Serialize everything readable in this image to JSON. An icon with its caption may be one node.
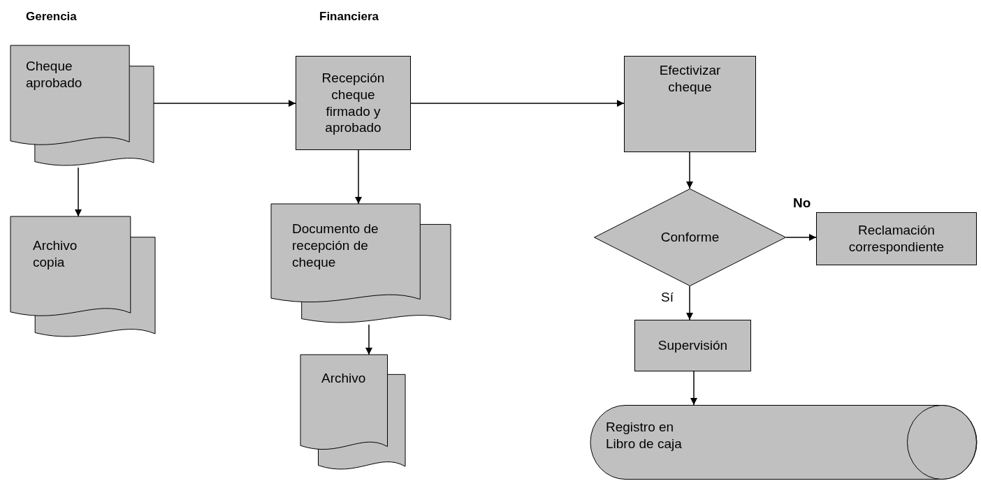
{
  "diagram": {
    "nodes": [
      {
        "text": [
          "Cheque aprobado"
        ]
      },
      {
        "text": [
          "Archivo copia"
        ]
      },
      {
        "text": [
          "Recepción cheque firmado y aprobado"
        ]
      },
      {
        "text": [
          "Documento de recepción de cheque"
        ]
      },
      {
        "text": [
          "Archivo"
        ]
      },
      {
        "text": [
          "Efectivizar cheque"
        ]
      },
      {
        "text": [
          "Conforme"
        ]
      },
      {
        "text": [
          "Reclamación correspondiente"
        ]
      },
      {
        "text": [
          "Supervisión"
        ]
      },
      {
        "text": [
          "Registro en Libro de caja"
        ]
      }
    ],
    "edges": [
      {
        "from": 0,
        "to": 2,
        "arrow": "to"
      },
      {
        "from": 2,
        "to": 5,
        "arrow": "to"
      },
      {
        "from": 0,
        "to": 1,
        "arrow": "to"
      },
      {
        "from": 2,
        "to": 3,
        "arrow": "to"
      },
      {
        "from": 3,
        "to": 4,
        "arrow": "to"
      },
      {
        "from": 5,
        "to": 6,
        "arrow": "to"
      },
      {
        "from": 6,
        "to": 7,
        "arrow": "to",
        "label": "No"
      },
      {
        "from": 6,
        "to": 8,
        "arrow": "to",
        "label": "Sí"
      },
      {
        "from": 8,
        "to": 9,
        "arrow": "to"
      }
    ],
    "labels": [
      "Gerencia",
      "Financiera"
    ]
  }
}
